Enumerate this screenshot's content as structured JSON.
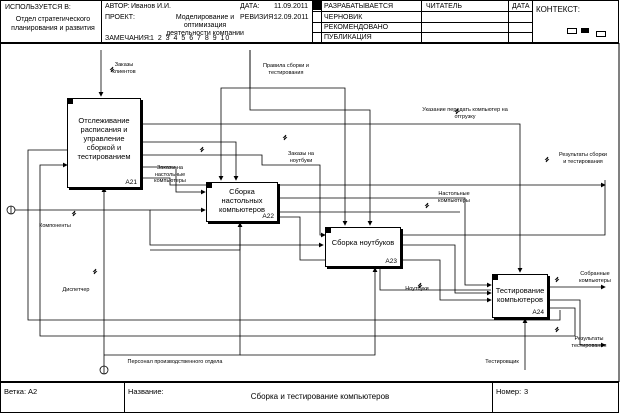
{
  "header": {
    "used_at_label": "ИСПОЛЬЗУЕТСЯ В:",
    "used_at_value": "Отдел стратегического планирования и развития",
    "author_label": "АВТОР:",
    "author_value": "Иванов И.И.",
    "date_label": "ДАТА:",
    "date_value": "11.09.2011",
    "project_label": "ПРОЕКТ:",
    "project_value": "Моделирование и оптимизация деятельности компании",
    "revision_label": "РЕВИЗИЯ:",
    "revision_value": "12.09.2011",
    "notes_label": "ЗАМЕЧАНИЯ:",
    "notes_value": "1 2 3 4 5 6 7 8 9 10",
    "status": [
      "РАЗРАБАТЫВАЕТСЯ",
      "ЧЕРНОВИК",
      "РЕКОМЕНДОВАНО",
      "ПУБЛИКАЦИЯ"
    ],
    "reader_label": "ЧИТАТЕЛЬ",
    "reader_date_label": "ДАТА",
    "context_label": "КОНТЕКСТ:"
  },
  "boxes": [
    {
      "label": "Отслеживание расписания и управление сборкой и тестированием",
      "id": "A21"
    },
    {
      "label": "Сборка настольных компьютеров",
      "id": "A22"
    },
    {
      "label": "Сборка ноутбуков",
      "id": "A23"
    },
    {
      "label": "Тестирование компьютеров",
      "id": "A24"
    }
  ],
  "arrows": {
    "client_orders": "Заказы клиентов",
    "assembly_rules": "Правила сборки и тестирования",
    "shipping_instr": "Указание передать компьютер на отгрузку",
    "test_results_top": "Результаты сборки и тестирования",
    "desktop_orders": "Заказы на настольные компьютеры",
    "laptop_orders": "Заказы на ноутбуки",
    "desktops": "Настольные компьютеры",
    "components": "Компоненты",
    "assembled": "Собранные компьютеры",
    "laptops": "Ноутбуки",
    "dispatcher": "Диспетчер",
    "test_results_bottom": "Результаты тестирования",
    "personnel": "Персонал производственного отдела",
    "testing": "Тестировщик"
  },
  "footer": {
    "node_label": "Ветка:",
    "node_value": "A2",
    "name_label": "Название:",
    "name_value": "Сборка и тестирование компьютеров",
    "number_label": "Номер:",
    "number_value": "3"
  }
}
